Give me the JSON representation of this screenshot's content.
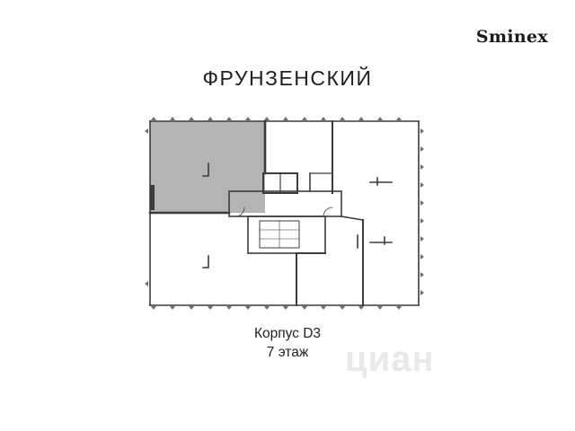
{
  "brand": "Sminex",
  "title": "ФРУНЗЕНСКИЙ",
  "caption": {
    "building": "Корпус D3",
    "floor": "7 этаж"
  },
  "watermark": "циан",
  "colors": {
    "highlight": "#b4b4b4",
    "wall": "#3c3c3c",
    "window_marker": "#707070"
  }
}
